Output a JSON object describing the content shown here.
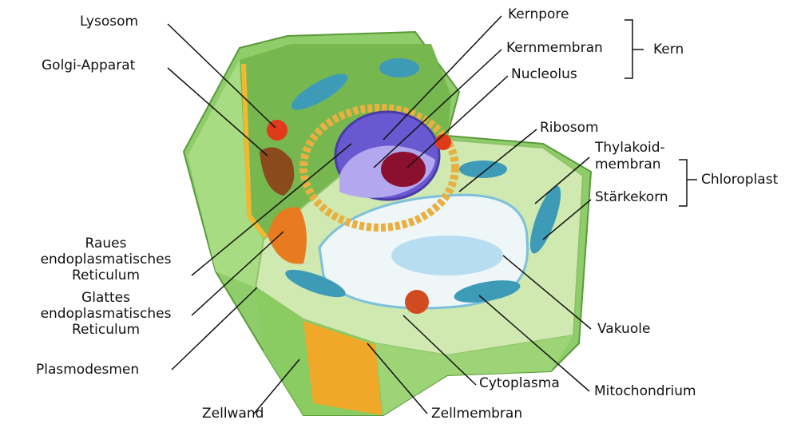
{
  "labels": {
    "lysosom": "Lysosom",
    "golgi": "Golgi-Apparat",
    "raues_er": [
      "Raues",
      "endoplasmatisches",
      "Reticulum"
    ],
    "glattes_er": [
      "Glattes",
      "endoplasmatisches",
      "Reticulum"
    ],
    "plasmodesmen": "Plasmodesmen",
    "zellwand": "Zellwand",
    "kernpore": "Kernpore",
    "kernmembran": "Kernmembran",
    "nucleolus": "Nucleolus",
    "kern": "Kern",
    "ribosom": "Ribosom",
    "thylakoid": [
      "Thylakoid-",
      "membran"
    ],
    "staerkekorn": "Stärkekorn",
    "chloroplast": "Chloroplast",
    "vakuole": "Vakuole",
    "mitochondrium": "Mitochondrium",
    "cytoplasma": "Cytoplasma",
    "zellmembran": "Zellmembran"
  },
  "colors": {
    "wall": "#9fd67a",
    "wall_dark": "#6fb24a",
    "cytoplasm": "#d9efc0",
    "membrane": "#f2b830",
    "vacuole": "#eaf4f8",
    "vacuole_inner": "#a9d8ea",
    "nucleus": "#7a66d6",
    "nucleolus": "#8b1030",
    "chloroplast": "#3d9bb8",
    "lysosome": "#e03a1a",
    "golgi": "#8a4a1c"
  }
}
